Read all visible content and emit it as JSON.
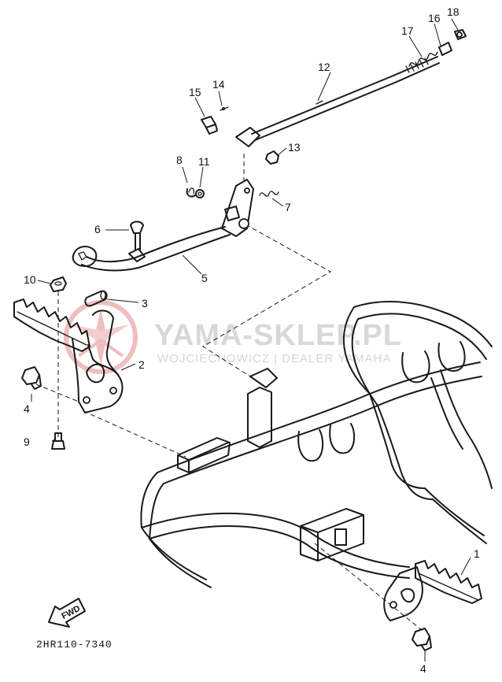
{
  "diagram": {
    "part_numbers": [
      "1",
      "2",
      "3",
      "4",
      "4",
      "5",
      "6",
      "7",
      "8",
      "9",
      "10",
      "11",
      "12",
      "13",
      "14",
      "15",
      "16",
      "17",
      "18"
    ],
    "drawing_code": "2HR110-7340",
    "fwd_label": "FWD",
    "watermark": {
      "main": "YAMA-SKLEP.PL",
      "sub": "WOJCIECHOWICZ | DEALER YAMAHA",
      "logo_color": "#e9a3a3",
      "text_color": "#d8d8d8"
    },
    "line_color": "#1a1a1a",
    "background": "#ffffff"
  }
}
